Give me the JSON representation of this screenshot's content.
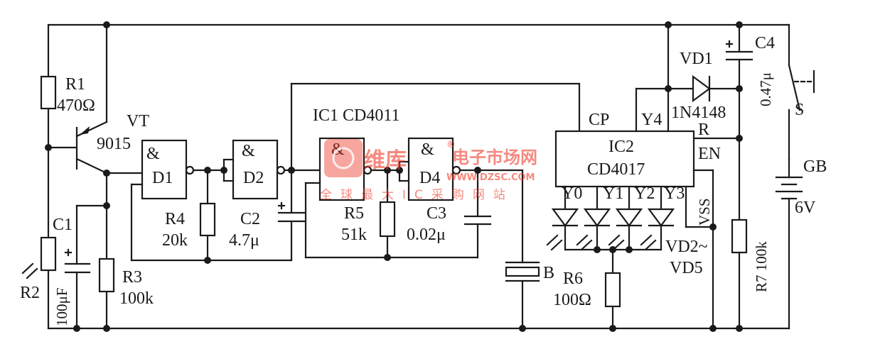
{
  "labels": {
    "r1": "R1",
    "r1_val": "470Ω",
    "vt": "VT",
    "vt_type": "9015",
    "c1": "C1",
    "c1_val": "100μF",
    "r2": "R2",
    "r3": "R3",
    "r3_val": "100k",
    "d1_amp": "&",
    "d1": "D1",
    "d2_amp": "&",
    "d2": "D2",
    "r4": "R4",
    "r4_val": "20k",
    "c2": "C2",
    "c2_val": "4.7μ",
    "ic1": "IC1 CD4011",
    "d3_amp": "&",
    "d4_amp": "&",
    "d4": "D4",
    "r5": "R5",
    "r5_val": "51k",
    "c3": "C3",
    "c3_val": "0.02μ",
    "b": "B",
    "cp": "CP",
    "y4": "Y4",
    "r_pin": "R",
    "en": "EN",
    "ic2": "IC2",
    "ic2_type": "CD4017",
    "y0": "Y0",
    "y1": "Y1",
    "y2": "Y2",
    "y3": "Y3",
    "vss": "VSS",
    "vd2": "VD2~",
    "vd5": "VD5",
    "r6": "R6",
    "r6_val": "100Ω",
    "vd1": "VD1",
    "vd1_type": "1N4148",
    "c4": "C4",
    "c4_val": "0.47μ",
    "r7": "R7 100k",
    "s": "S",
    "gb": "GB",
    "gb_val": "6V"
  },
  "watermark": {
    "brand": "维库",
    "title": "电子市场网",
    "url": "WWW.DZSC.COM",
    "tagline": "全球最大IC采购网站",
    "registered": "®"
  },
  "colors": {
    "ink": "#1a1a1a",
    "watermark": "#ee3a2a"
  }
}
